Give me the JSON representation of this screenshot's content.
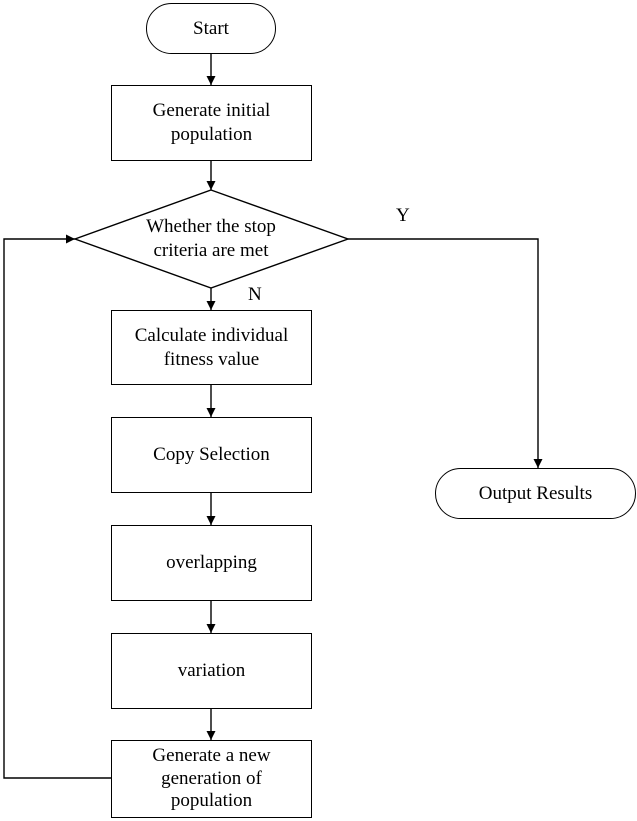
{
  "nodes": {
    "start": "Start",
    "generate_initial": "Generate initial\npopulation",
    "stop_criteria": "Whether the stop\ncriteria are met",
    "calc_fitness": "Calculate individual\nfitness value",
    "copy_selection": "Copy Selection",
    "overlapping": "overlapping",
    "variation": "variation",
    "new_generation": "Generate a new\ngeneration of\npopulation",
    "output_results": "Output Results"
  },
  "edge_labels": {
    "yes": "Y",
    "no": "N"
  }
}
